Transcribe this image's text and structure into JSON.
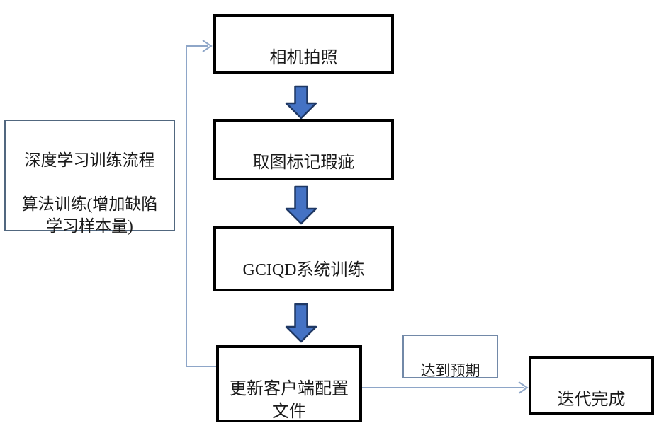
{
  "colors": {
    "background": "#ffffff",
    "text": "#1a1a1a",
    "flow-box-border": "#000000",
    "block-arrow-fill": "#4472c4",
    "block-arrow-stroke": "#1f3864",
    "connector": "#8ea6c8",
    "side-box-border": "#51677f",
    "label-box-border": "#7289a8"
  },
  "nodes": {
    "camera": {
      "label": "相机拍照"
    },
    "mark_defects": {
      "label": "取图标记瑕疵"
    },
    "system_training": {
      "label": "GCIQD系统训练"
    },
    "update_config": {
      "label": "更新客户端配置\n文件"
    },
    "iteration_done": {
      "label": "迭代完成"
    }
  },
  "annotations": {
    "process_note": {
      "label": "深度学习训练流程\n\n算法训练(增加缺陷\n学习样本量)"
    },
    "expectation": {
      "label": "达到预期"
    }
  }
}
